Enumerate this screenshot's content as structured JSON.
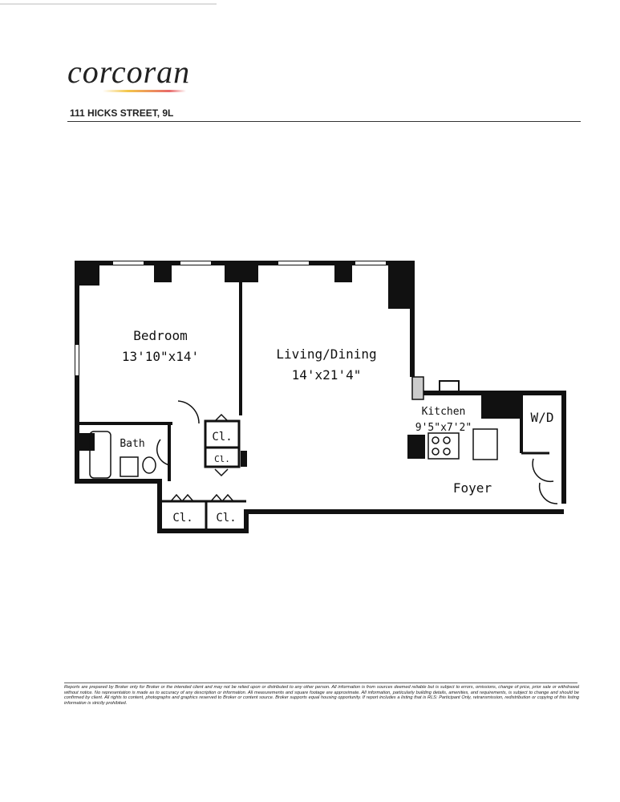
{
  "header": {
    "logo": "corcoran",
    "address": "111 HICKS STREET, 9L"
  },
  "floor_plan": {
    "rooms": {
      "bedroom": {
        "name": "Bedroom",
        "size": "13'10\"x14'"
      },
      "living": {
        "name": "Living/Dining",
        "size": "14'x21'4\""
      },
      "kitchen": {
        "name": "Kitchen",
        "size": "9'5\"x7'2\""
      },
      "bath": {
        "name": "Bath"
      },
      "wd": {
        "name": "W/D"
      },
      "foyer": {
        "name": "Foyer"
      }
    },
    "closet_label": "Cl."
  },
  "footer": {
    "disclaimer": "Reports are prepared by Broker only for Broker or the intended client and may not be relied upon or distributed to any other person. All information is from sources deemed reliable but is subject to errors, omissions, change of price, prior sale or withdrawal without notice. No representation is made as to accuracy of any description or information. All measurements and square footage are approximate. All information, particularly building details, amenities, and requirements, is subject to change and should be confirmed by client. All rights to content, photographs and graphics reserved to Broker or content source. Broker supports equal housing opportunity. If report includes a listing that is RLS: Participant Only, retransmission, redistribution or copying of this listing information is strictly prohibited."
  }
}
